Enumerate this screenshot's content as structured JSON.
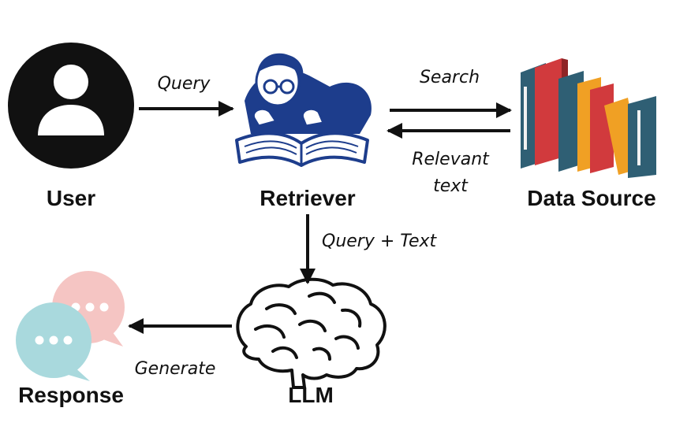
{
  "nodes": {
    "user": {
      "label": "User",
      "icon": "user-avatar-icon"
    },
    "retriever": {
      "label": "Retriever",
      "icon": "reading-scholar-icon"
    },
    "data_source": {
      "label": "Data Source",
      "icon": "books-icon"
    },
    "llm": {
      "label": "LLM",
      "icon": "brain-icon"
    },
    "response": {
      "label": "Response",
      "icon": "chat-bubbles-icon"
    }
  },
  "edges": {
    "query": {
      "from": "User",
      "to": "Retriever",
      "label": "Query"
    },
    "search": {
      "from": "Retriever",
      "to": "Data Source",
      "label": "Search"
    },
    "relevant_text": {
      "from": "Data Source",
      "to": "Retriever",
      "label_line1": "Relevant",
      "label_line2": "text"
    },
    "query_text": {
      "from": "Retriever",
      "to": "LLM",
      "label": "Query + Text"
    },
    "generate": {
      "from": "LLM",
      "to": "Response",
      "label": "Generate"
    }
  },
  "colors": {
    "ink": "#111111",
    "navy": "#1d3d8c",
    "book_red": "#d13a3d",
    "book_teal": "#2f5f74",
    "book_orange": "#f0a024",
    "bubble_pink": "#f5c5c3",
    "bubble_blue": "#a9d9dd"
  }
}
